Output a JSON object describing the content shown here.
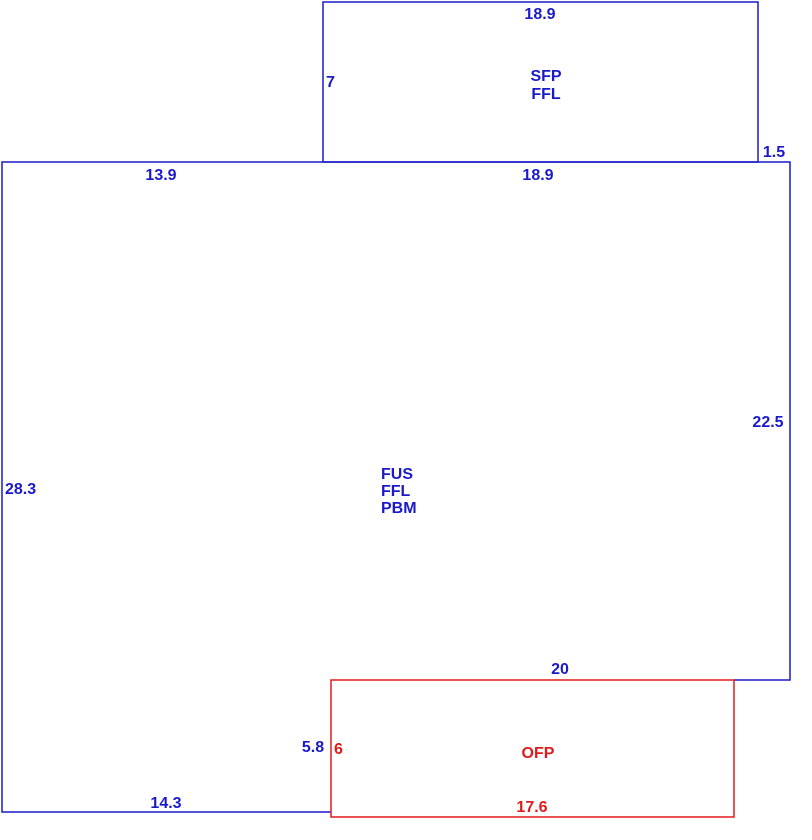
{
  "colors": {
    "main": "#1a1ac8",
    "porch": "#e01b1b"
  },
  "upper_area": {
    "codes": [
      "SFP",
      "FFL"
    ],
    "top_dim": "18.9",
    "left_dim": "7",
    "bottom_dim": "18.9",
    "right_step_dim": "1.5"
  },
  "main_area": {
    "codes": [
      "FUS",
      "FFL",
      "PBM"
    ],
    "top_left_dim": "13.9",
    "right_dim": "22.5",
    "left_dim": "28.3",
    "lower_right_dim": "20",
    "notch_dim": "5.8",
    "bottom_dim": "14.3"
  },
  "porch_area": {
    "code": "OFP",
    "left_dim": "6",
    "bottom_dim": "17.6"
  }
}
